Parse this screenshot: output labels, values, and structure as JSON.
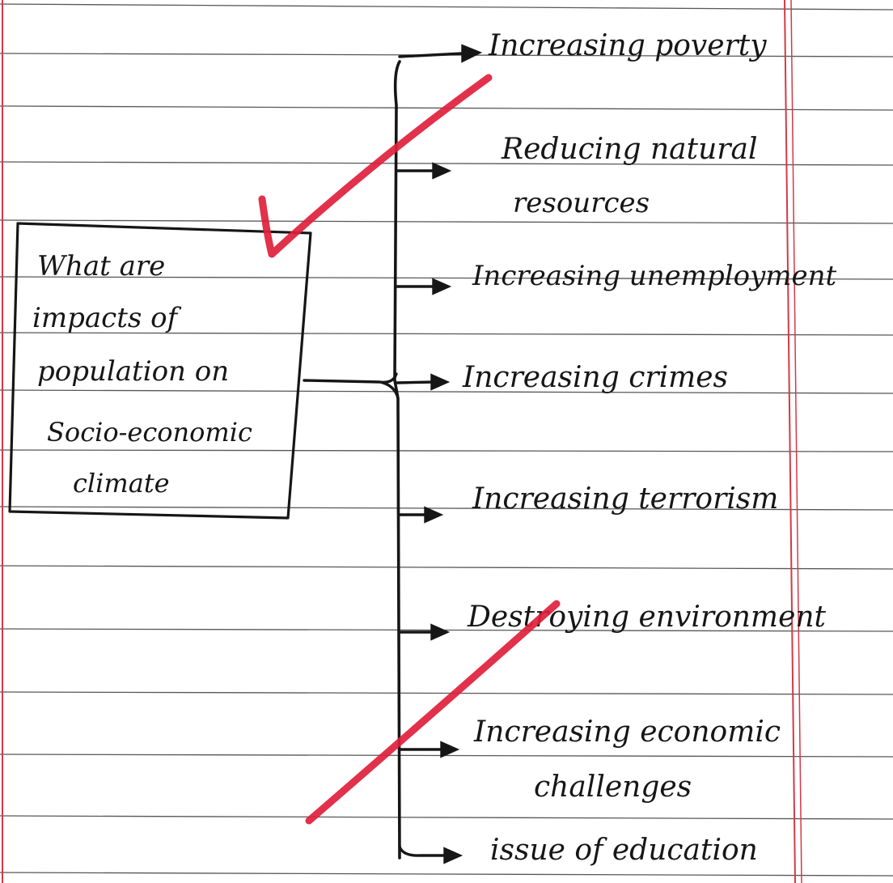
{
  "central_question": {
    "lines": [
      "What are",
      "impacts of",
      "population on",
      "Socio-economic",
      "climate"
    ]
  },
  "impacts": [
    {
      "lines": [
        "Increasing poverty"
      ]
    },
    {
      "lines": [
        "Reducing natural",
        "resources"
      ]
    },
    {
      "lines": [
        "Increasing unemployment"
      ]
    },
    {
      "lines": [
        "Increasing crimes"
      ]
    },
    {
      "lines": [
        "Increasing terrorism"
      ]
    },
    {
      "lines": [
        "Destroying environment"
      ]
    },
    {
      "lines": [
        "Increasing economic",
        "challenges"
      ]
    },
    {
      "lines": [
        "issue of education"
      ]
    }
  ],
  "colors": {
    "paper": "#ffffff",
    "rule_line": "#3a3a3a",
    "margin_line": "#d23a48",
    "ink": "#161616",
    "correction_mark": "#e01f3c"
  }
}
